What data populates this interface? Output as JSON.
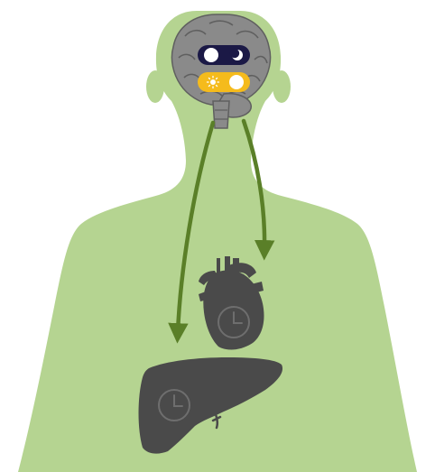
{
  "diagram": {
    "colors": {
      "background": "#ffffff",
      "body": "#b5d491",
      "arrow": "#5a7f28",
      "brain": "#8a8a8a",
      "brain_outline": "#5f5f5f",
      "organ": "#4a4a4a",
      "clock": "#6e6e6e",
      "night_toggle": "#1b1946",
      "day_toggle": "#f5bb1c",
      "knob": "#ffffff"
    },
    "icons": [
      "human-silhouette",
      "brain-icon",
      "night-toggle-icon",
      "moon-icon",
      "day-toggle-icon",
      "sun-icon",
      "heart-icon",
      "liver-icon",
      "clock-icon"
    ],
    "connections": [
      {
        "from": "brain",
        "to": "heart"
      },
      {
        "from": "brain",
        "to": "liver"
      }
    ]
  }
}
